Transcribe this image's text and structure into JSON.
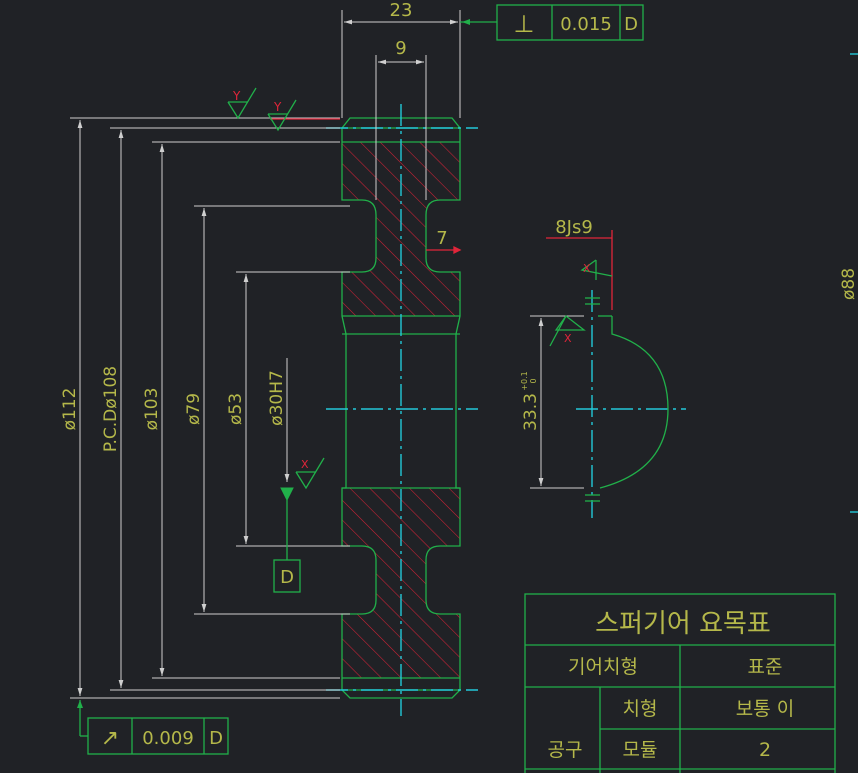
{
  "dimensions": {
    "width_overall": "23",
    "width_hub": "9",
    "groove": "7",
    "keyway_width": "8Js9",
    "keyway_depth": "33.3",
    "keyway_tol_upper": "+0.1",
    "keyway_tol_lower": "0",
    "dia_112": "ø112",
    "pcd": "P.C.Dø108",
    "dia_103": "ø103",
    "dia_79": "ø79",
    "dia_53": "ø53",
    "dia_bore": "ø30H7",
    "dia_88": "ø88"
  },
  "tolerances": {
    "perpendicularity": {
      "symbol": "⊥",
      "value": "0.015",
      "datum": "D"
    },
    "runout": {
      "symbol": "↗",
      "value": "0.009",
      "datum": "D"
    },
    "datum_label": "D"
  },
  "surface_marks": {
    "y1": "Y",
    "y2": "Y",
    "x_bore": "X",
    "x_key1": "X",
    "x_key2": "X"
  },
  "table": {
    "title": "스퍼기어 요목표",
    "row1_label": "기어치형",
    "row1_value": "표준",
    "group_label": "공구",
    "row2_label": "치형",
    "row2_value": "보통 이",
    "row3_label": "모듈",
    "row3_value": "2"
  },
  "colors": {
    "background": "#202226",
    "outline": "#21b04a",
    "centerline": "#22c8d8",
    "hatch": "#e0253a",
    "text": "#b5b84a",
    "dimension": "#cfcfcf"
  }
}
